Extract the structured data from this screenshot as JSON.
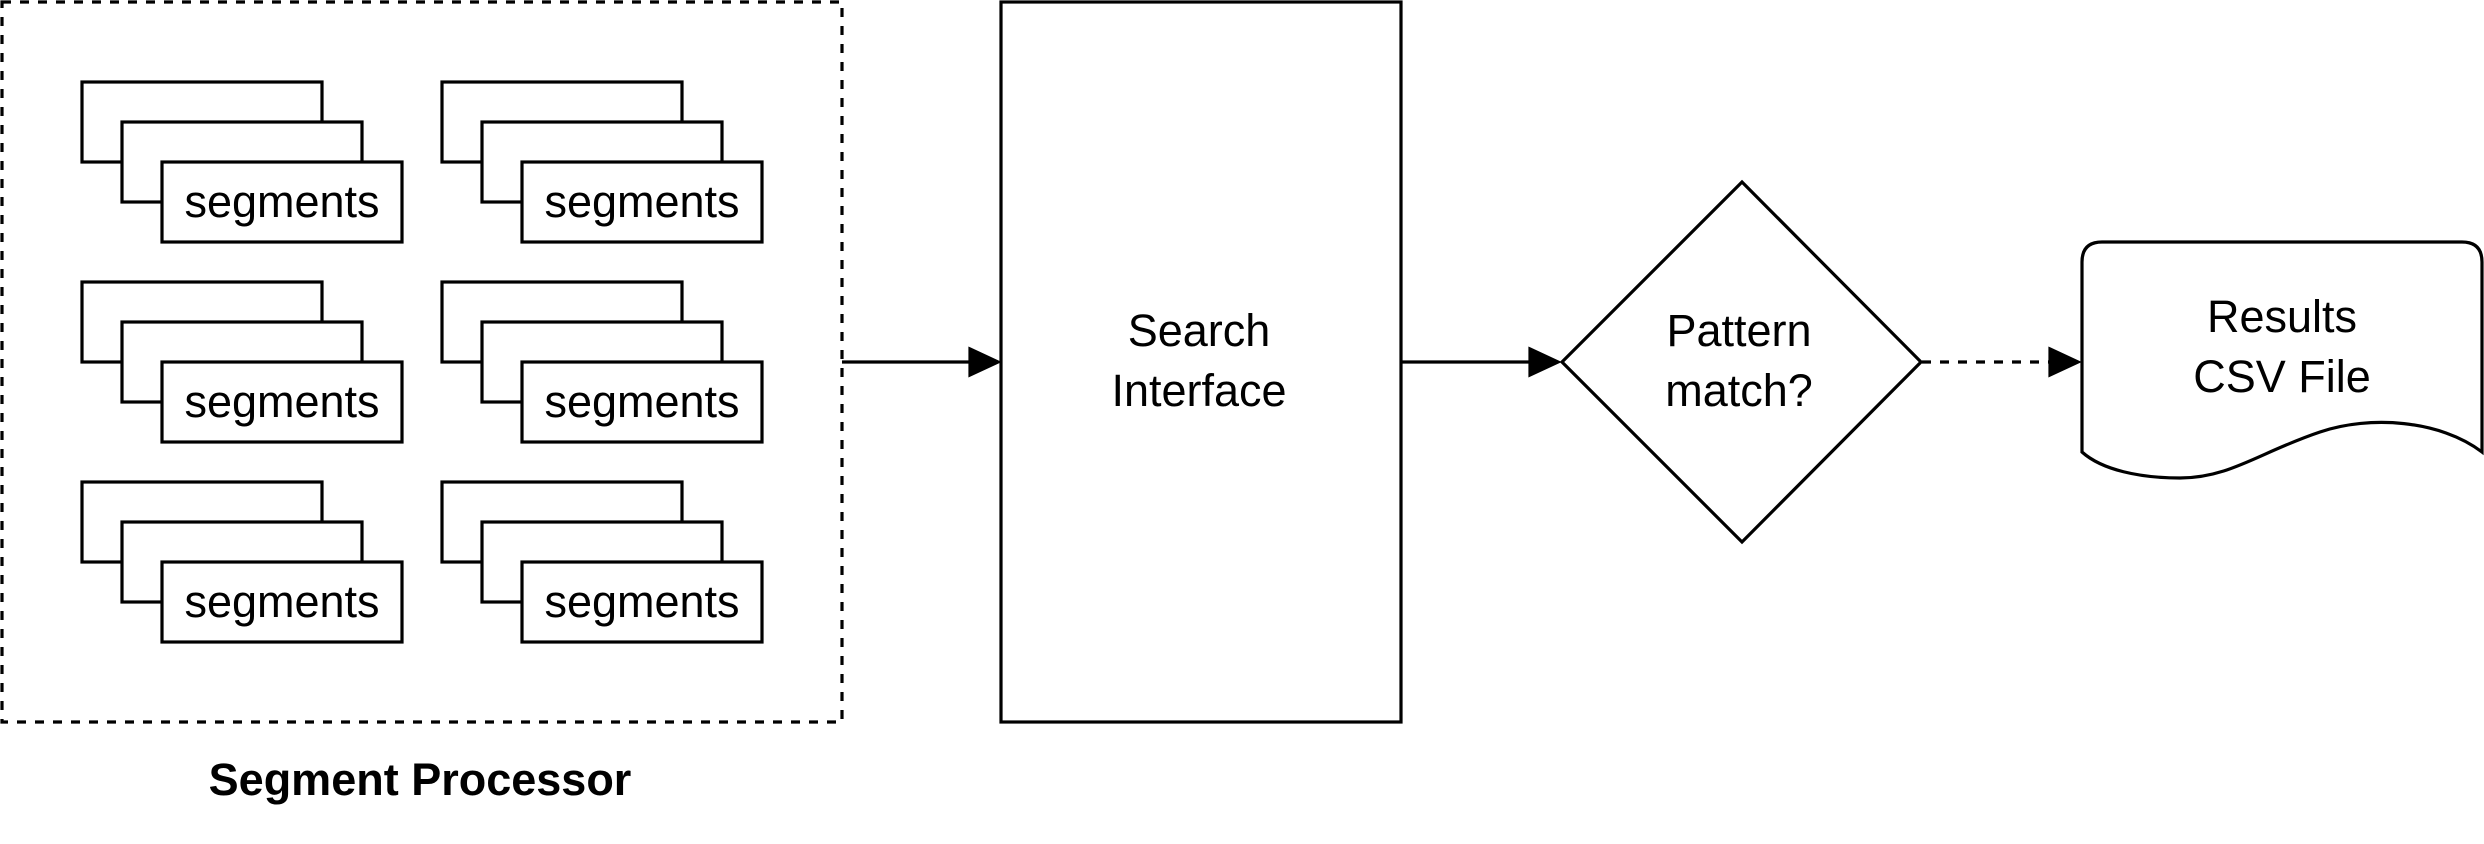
{
  "diagram": {
    "container": {
      "title": "Segment Processor"
    },
    "segment_stacks": [
      {
        "label": "segments"
      },
      {
        "label": "segments"
      },
      {
        "label": "segments"
      },
      {
        "label": "segments"
      },
      {
        "label": "segments"
      },
      {
        "label": "segments"
      }
    ],
    "search_node": {
      "line1": "Search",
      "line2": "Interface"
    },
    "decision_node": {
      "line1": "Pattern",
      "line2": "match?"
    },
    "output_node": {
      "line1": "Results",
      "line2": "CSV File"
    },
    "colors": {
      "stroke": "#000000",
      "fill": "#ffffff"
    }
  }
}
